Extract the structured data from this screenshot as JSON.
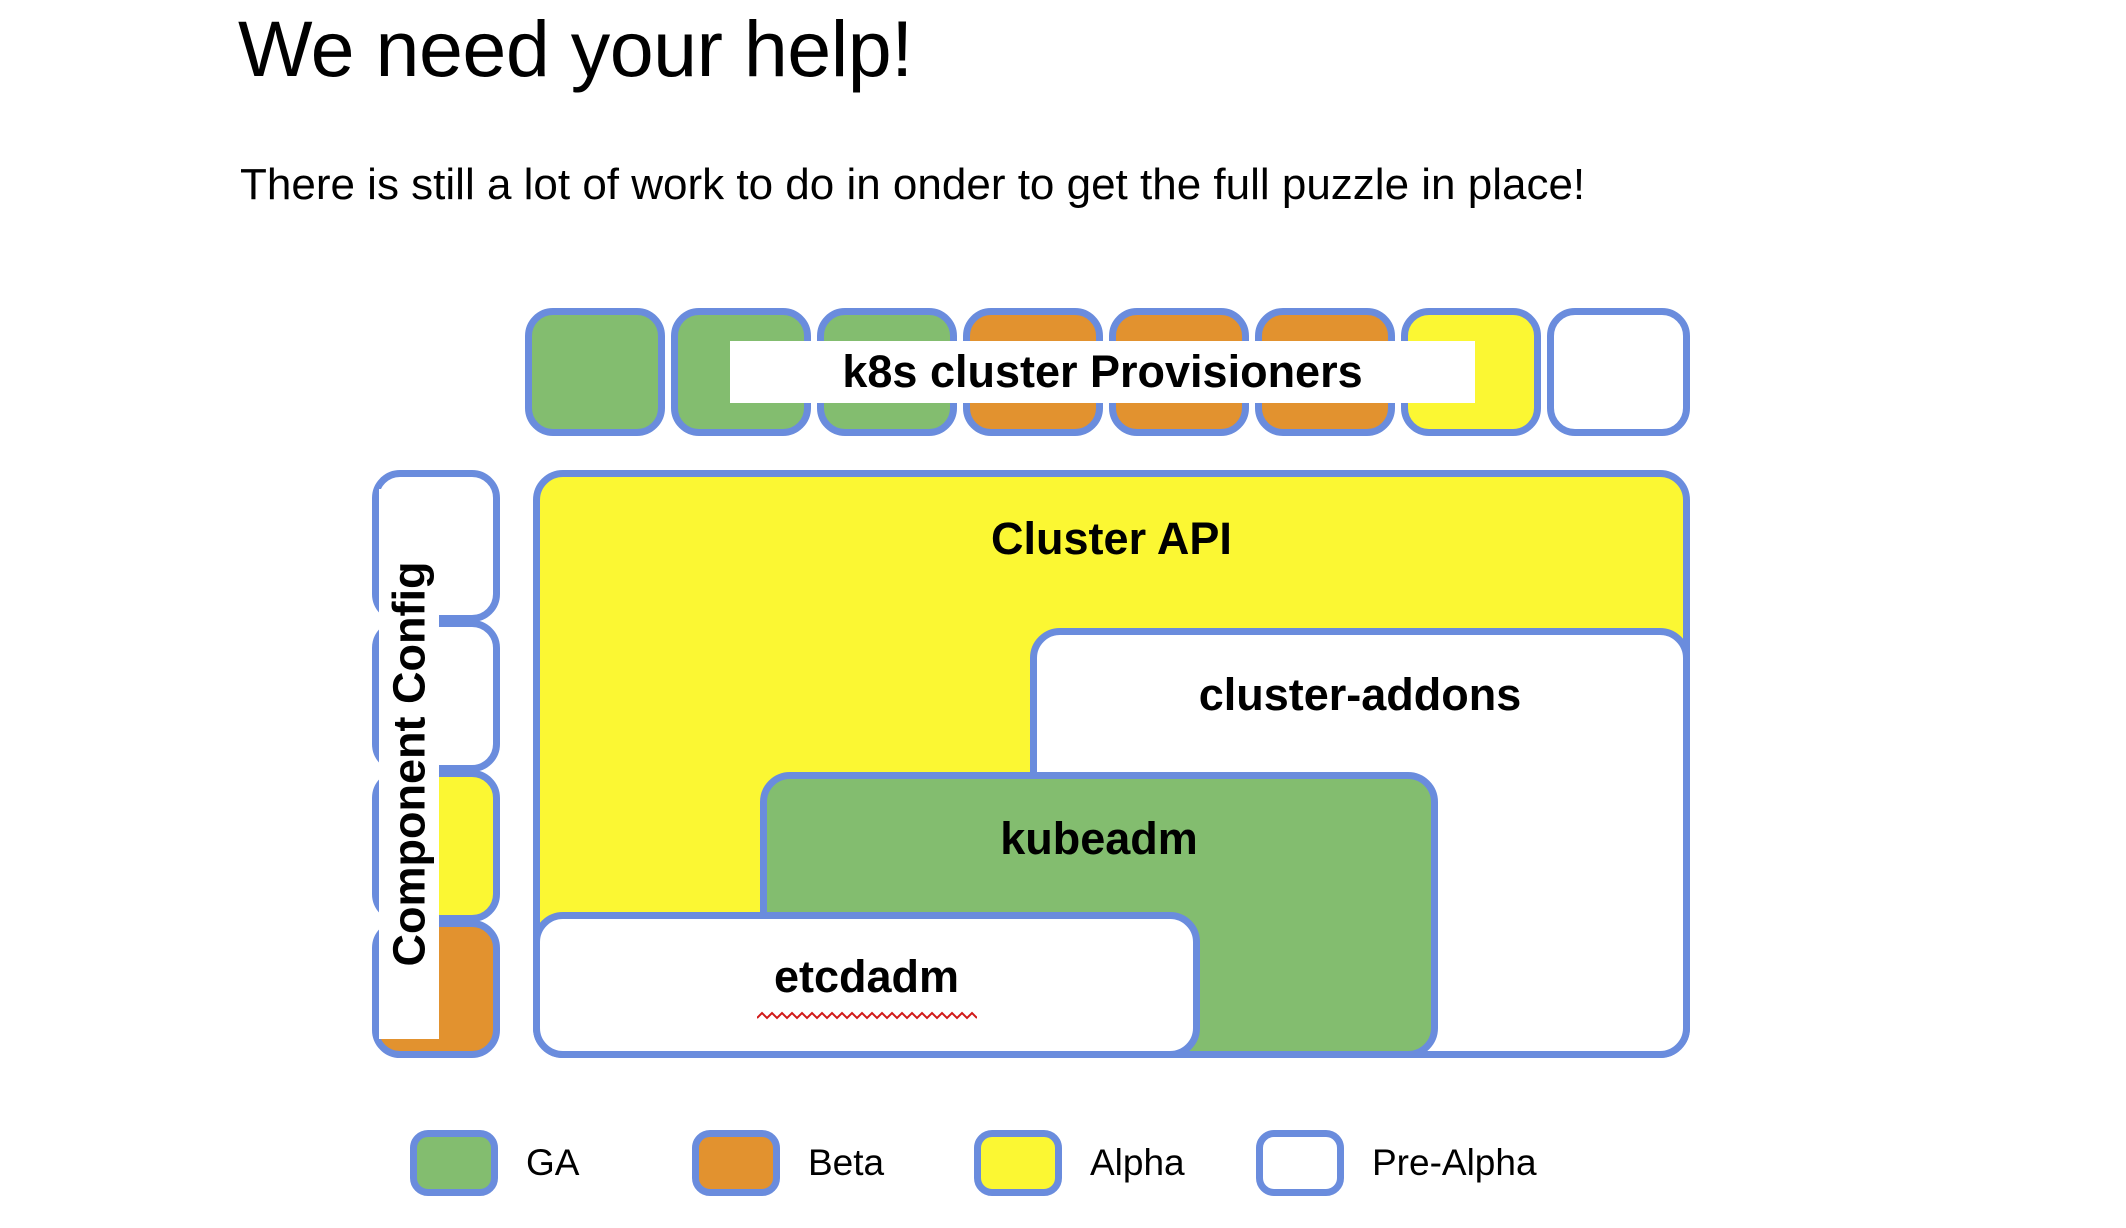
{
  "page": {
    "title": "We need your help!",
    "subtitle": "There is still a lot of work to do in onder to get the full puzzle in place!"
  },
  "colors": {
    "ga": "#83bd6f",
    "beta": "#e2922f",
    "alpha": "#fbf733",
    "pre_alpha": "#ffffff",
    "border": "#6a8cdd",
    "text": "#000000",
    "spellcheck_underline": "#d11a1a",
    "background": "#ffffff"
  },
  "provisioners": {
    "label": "k8s cluster Provisioners",
    "boxes": [
      {
        "status": "GA",
        "class": "ga"
      },
      {
        "status": "GA",
        "class": "ga"
      },
      {
        "status": "GA",
        "class": "ga"
      },
      {
        "status": "Beta",
        "class": "beta"
      },
      {
        "status": "Beta",
        "class": "beta"
      },
      {
        "status": "Beta",
        "class": "beta"
      },
      {
        "status": "Alpha",
        "class": "alpha"
      },
      {
        "status": "Pre-Alpha",
        "class": "prealpha"
      }
    ]
  },
  "component_config": {
    "label": "Component Config",
    "boxes": [
      {
        "status": "Pre-Alpha",
        "class": "prealpha"
      },
      {
        "status": "Pre-Alpha",
        "class": "prealpha"
      },
      {
        "status": "Alpha",
        "class": "alpha"
      },
      {
        "status": "Beta",
        "class": "beta"
      }
    ]
  },
  "stack": {
    "cluster_api": {
      "label": "Cluster API",
      "status": "Alpha"
    },
    "cluster_addons": {
      "label": "cluster-addons",
      "status": "Pre-Alpha"
    },
    "kubeadm": {
      "label": "kubeadm",
      "status": "GA"
    },
    "etcdadm": {
      "label": "etcdadm",
      "status": "Pre-Alpha",
      "spellcheck_flagged": true
    }
  },
  "legend": {
    "items": [
      {
        "label": "GA",
        "class": "ga"
      },
      {
        "label": "Beta",
        "class": "beta"
      },
      {
        "label": "Alpha",
        "class": "alpha"
      },
      {
        "label": "Pre-Alpha",
        "class": "prealpha"
      }
    ]
  }
}
